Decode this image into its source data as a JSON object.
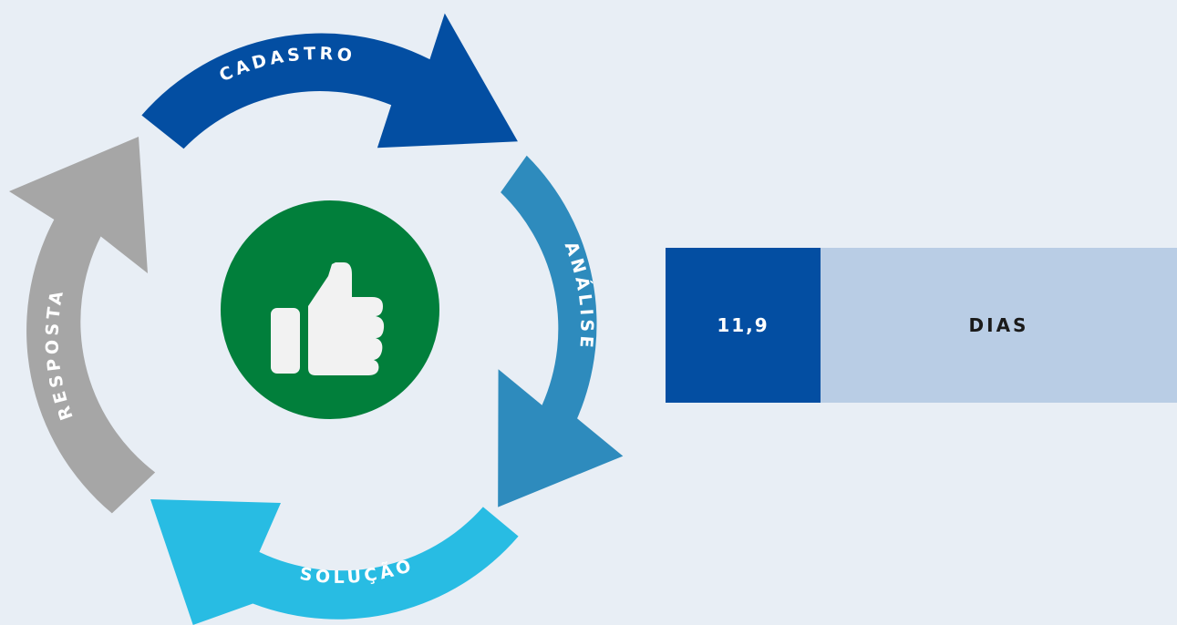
{
  "cycle": {
    "steps": [
      {
        "label": "CADASTRO",
        "color": "#034ea2"
      },
      {
        "label": "ANÁLISE",
        "color": "#2e8bbd"
      },
      {
        "label": "SOLUÇÃO",
        "color": "#28bce3"
      },
      {
        "label": "RESPOSTA",
        "color": "#a6a6a6"
      }
    ],
    "center": {
      "icon": "thumbs-up-icon",
      "color": "#017f3b"
    }
  },
  "metric": {
    "value": "11,9",
    "unit": "DIAS",
    "value_bg": "#034ea2",
    "unit_bg": "#b9cde5"
  }
}
